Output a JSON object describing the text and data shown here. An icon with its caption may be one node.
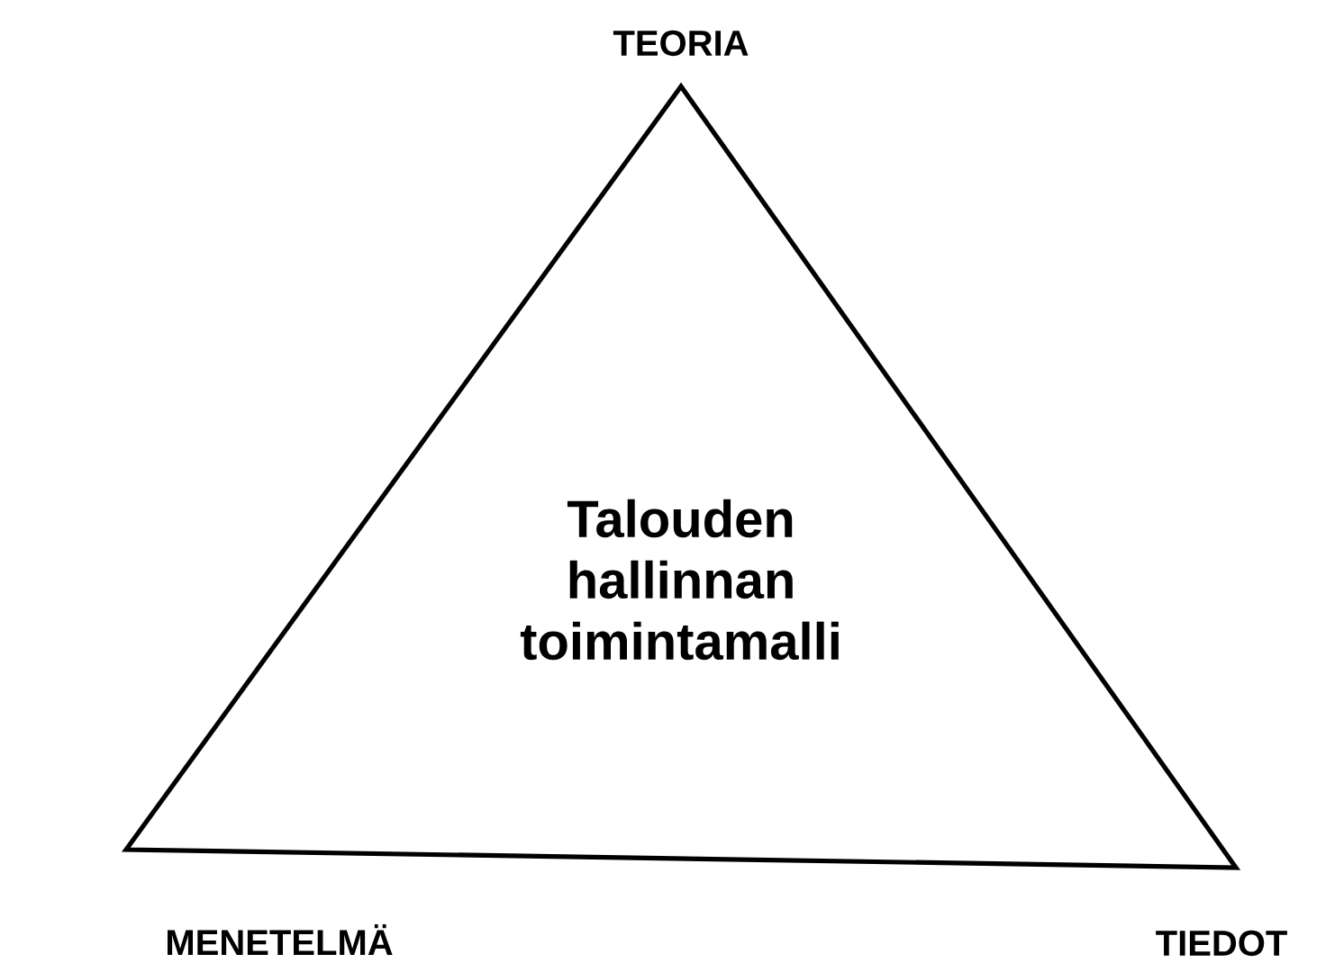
{
  "diagram": {
    "nodes": [
      {
        "text": [
          "Talouden hallinnan toimintamalli"
        ]
      }
    ],
    "labels": [
      "TEORIA",
      "MENETELMÄ",
      "TIEDOT"
    ]
  }
}
